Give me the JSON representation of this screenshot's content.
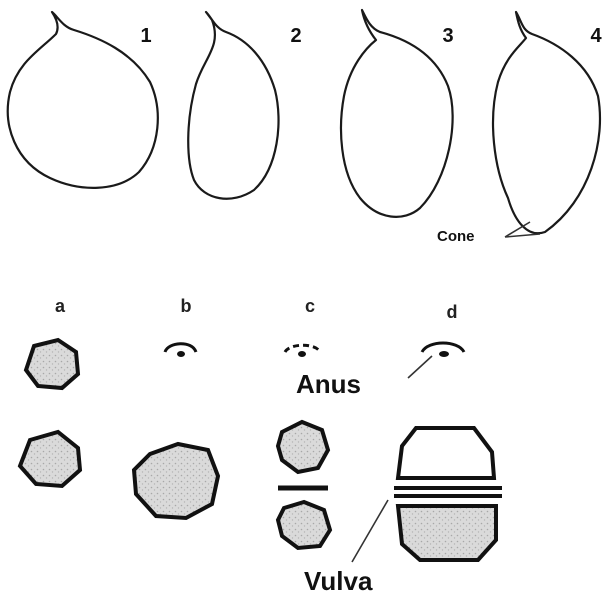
{
  "stages": [
    "1",
    "2",
    "3",
    "4"
  ],
  "cone_label": "Cone",
  "patterns": [
    "a",
    "b",
    "c",
    "d"
  ],
  "anus_label": "Anus",
  "vulva_label": "Vulva",
  "colors": {
    "outline": "#1a1a1a",
    "fill": "#d9d9d9",
    "background": "#ffffff"
  }
}
